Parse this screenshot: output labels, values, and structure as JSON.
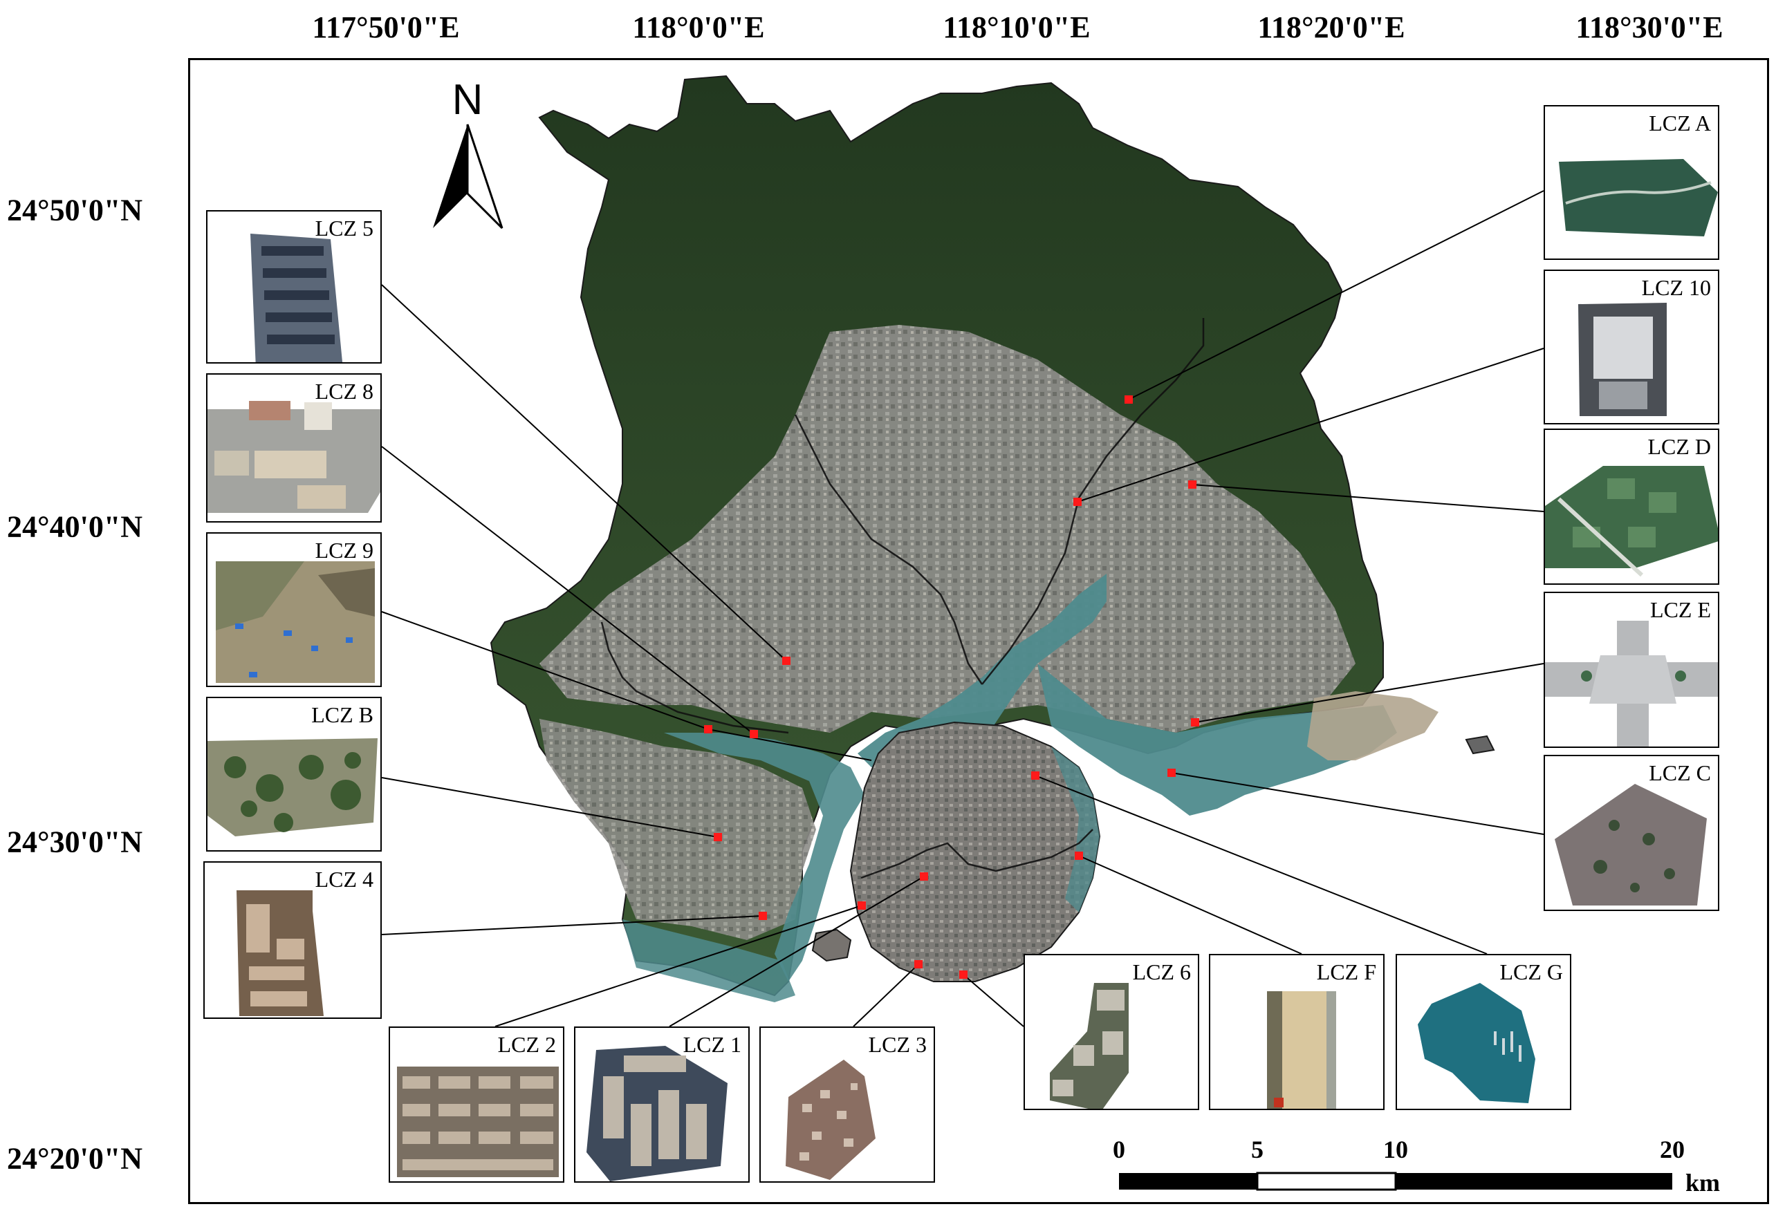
{
  "longitude_labels": [
    "117°50'0\"E",
    "118°0'0\"E",
    "118°10'0\"E",
    "118°20'0\"E",
    "118°30'0\"E"
  ],
  "latitude_labels": [
    "24°50'0\"N",
    "24°40'0\"N",
    "24°30'0\"N",
    "24°20'0\"N"
  ],
  "north_arrow": {
    "label": "N",
    "icon": "north-arrow-icon"
  },
  "scale_bar": {
    "ticks": [
      "0",
      "5",
      "10",
      "20"
    ],
    "unit": "km"
  },
  "insets": [
    {
      "id": "lcz-5",
      "label": "LCZ 5",
      "kind": "midrise"
    },
    {
      "id": "lcz-8",
      "label": "LCZ 8",
      "kind": "industrial"
    },
    {
      "id": "lcz-9",
      "label": "LCZ 9",
      "kind": "sparse"
    },
    {
      "id": "lcz-b",
      "label": "LCZ B",
      "kind": "scattered-trees"
    },
    {
      "id": "lcz-4",
      "label": "LCZ 4",
      "kind": "highrise-open"
    },
    {
      "id": "lcz-2",
      "label": "LCZ 2",
      "kind": "compact-midrise"
    },
    {
      "id": "lcz-1",
      "label": "LCZ 1",
      "kind": "compact-highrise"
    },
    {
      "id": "lcz-3",
      "label": "LCZ 3",
      "kind": "compact-lowrise"
    },
    {
      "id": "lcz-6",
      "label": "LCZ 6",
      "kind": "open-lowrise"
    },
    {
      "id": "lcz-f",
      "label": "LCZ F",
      "kind": "sand"
    },
    {
      "id": "lcz-g",
      "label": "LCZ G",
      "kind": "water"
    },
    {
      "id": "lcz-a",
      "label": "LCZ A",
      "kind": "dense-trees"
    },
    {
      "id": "lcz-10",
      "label": "LCZ 10",
      "kind": "heavy-industry"
    },
    {
      "id": "lcz-d",
      "label": "LCZ D",
      "kind": "low-plants"
    },
    {
      "id": "lcz-e",
      "label": "LCZ E",
      "kind": "paved"
    },
    {
      "id": "lcz-c",
      "label": "LCZ C",
      "kind": "bush-scrub"
    }
  ],
  "colors": {
    "forest": "#2e4a2a",
    "urban": "#8a8a86",
    "water": "#4e8c8e",
    "marker": "#ff1a1a",
    "leader_line": "#000000"
  }
}
